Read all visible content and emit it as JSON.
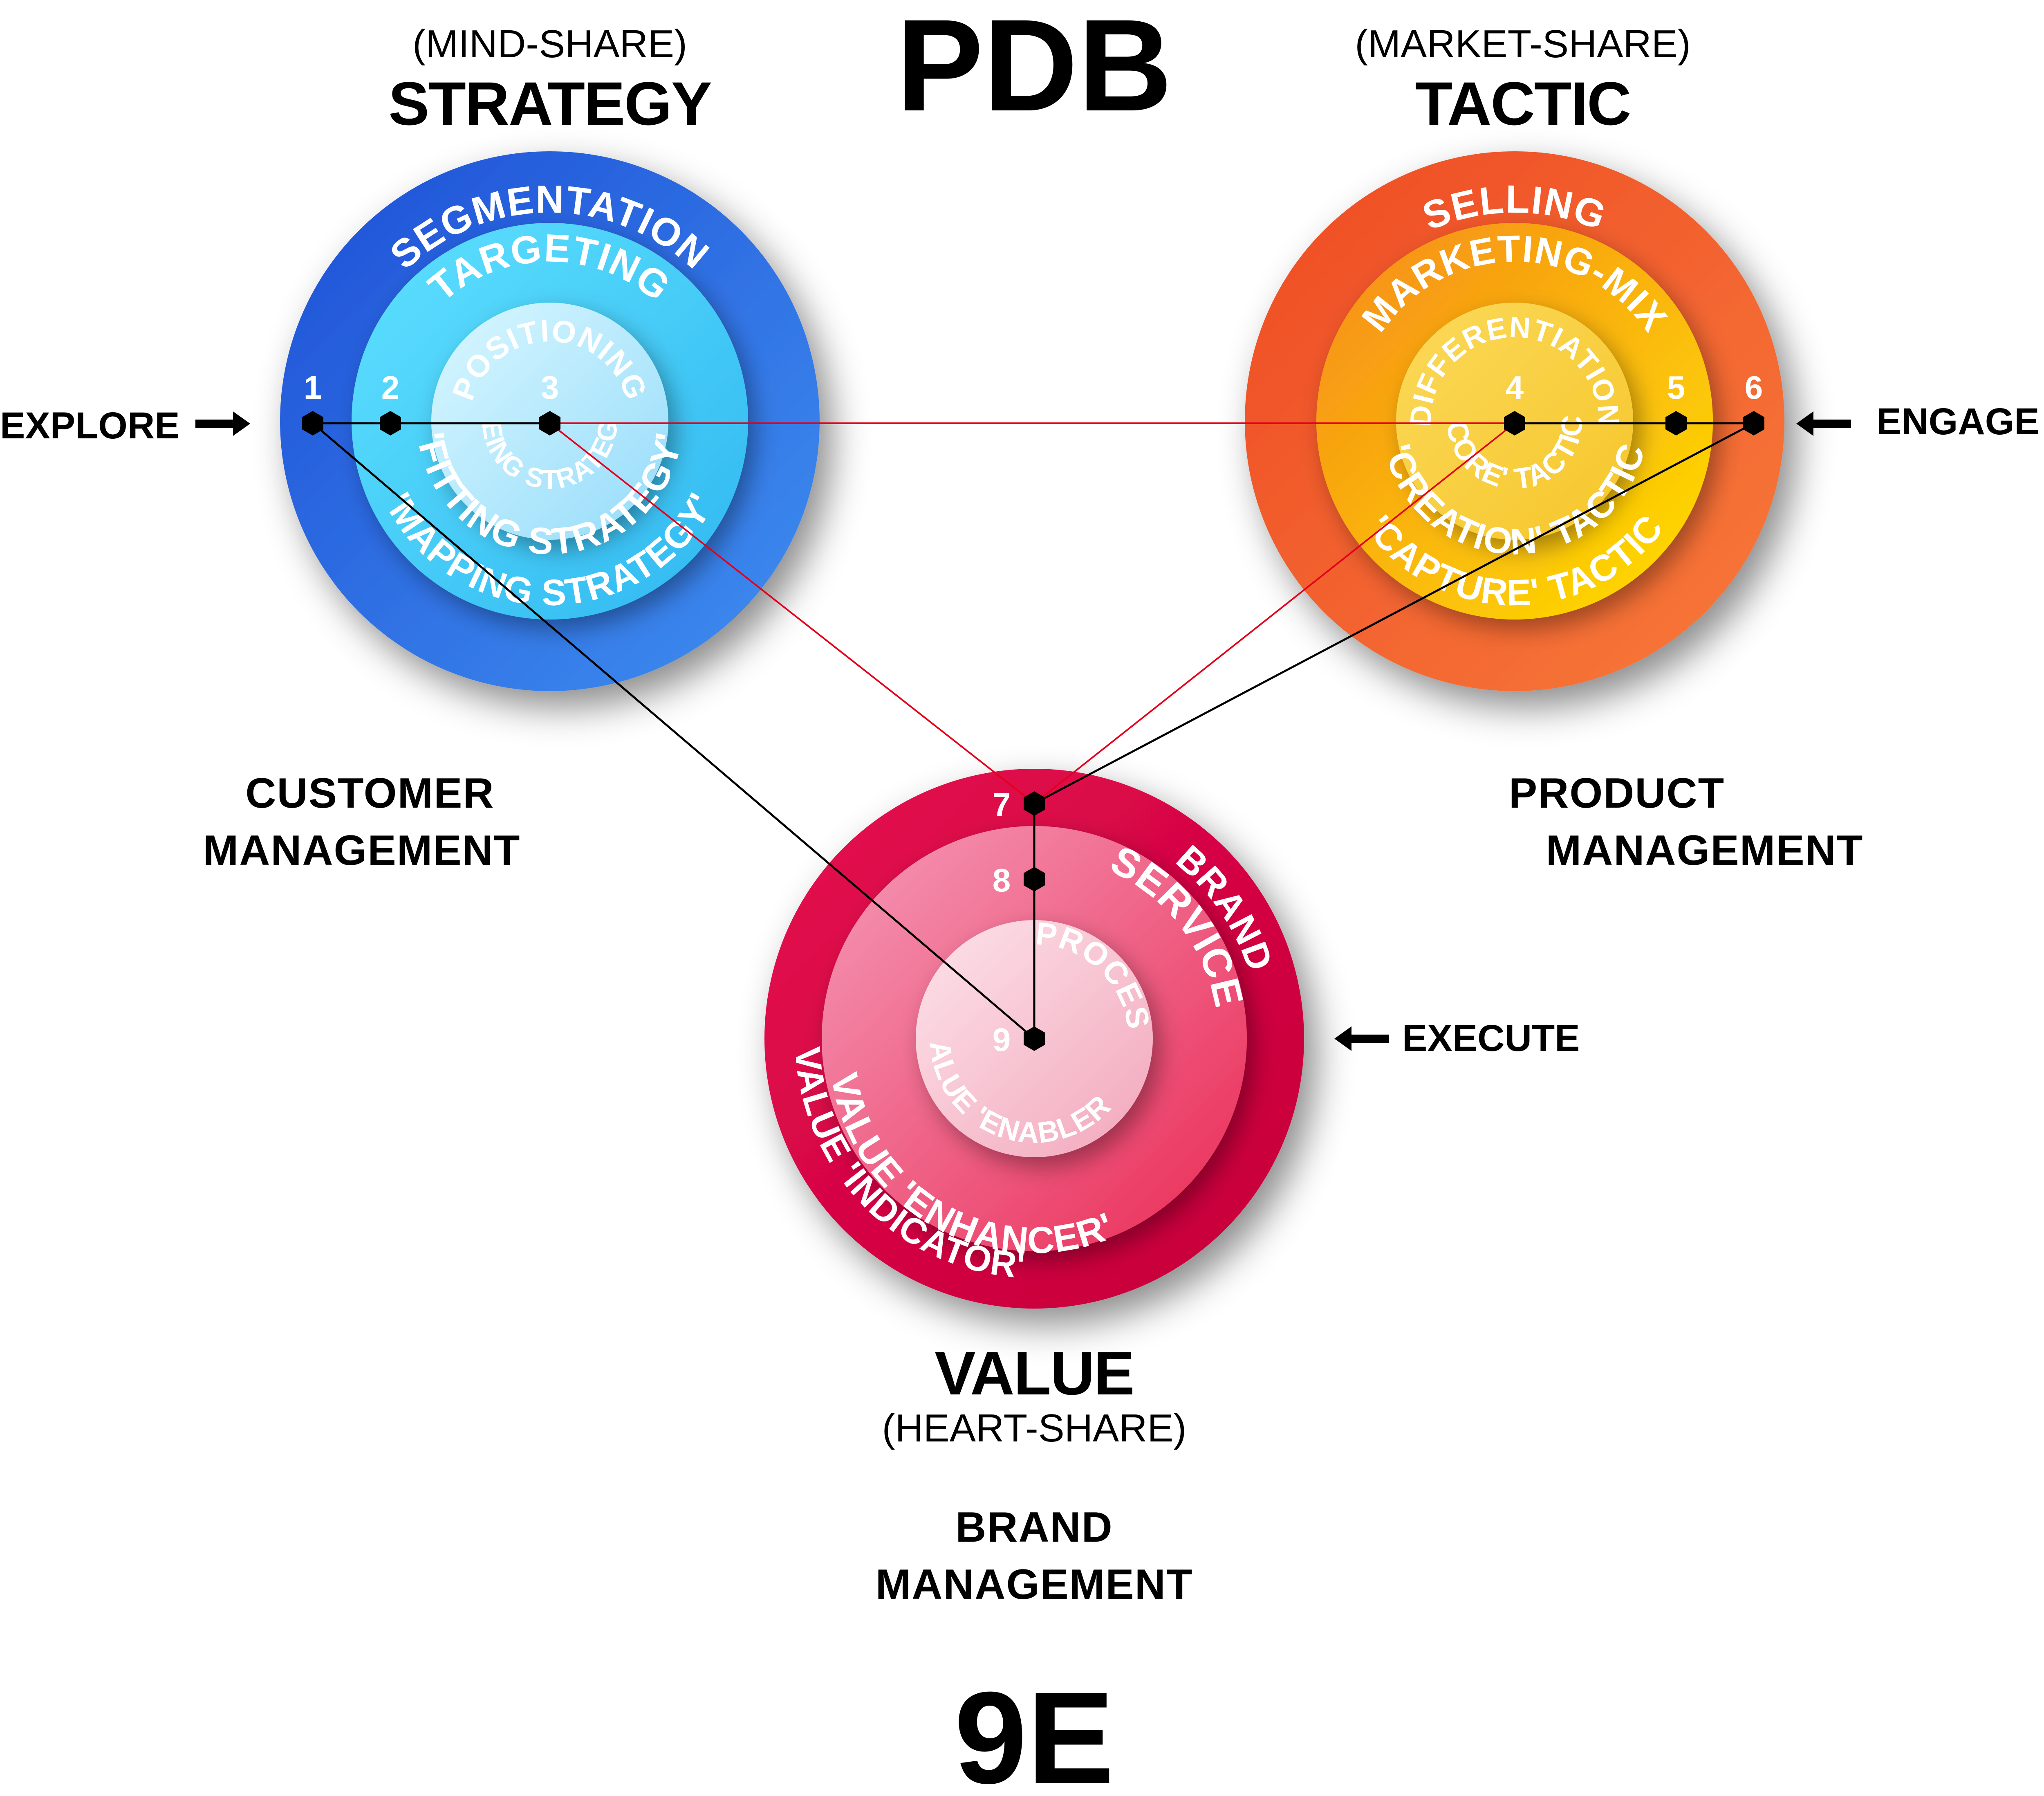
{
  "title_top": "PDB",
  "title_bottom": "9E",
  "colors": {
    "strategy_outer": "#2b6be0",
    "strategy_mid": "#49c8f5",
    "strategy_inner": "#bfeeff",
    "tactic_outer": "#f0592a",
    "tactic_mid": "#f9b000",
    "tactic_inner": "#fbe36a",
    "value_outer": "#d1003f",
    "value_mid": "#f0567d",
    "value_inner": "#f8c4d1",
    "connector_red": "#e3001b",
    "connector_black": "#000000"
  },
  "strategy": {
    "share": "(MIND-SHARE)",
    "label": "STRATEGY",
    "management": [
      "CUSTOMER",
      "MANAGEMENT"
    ],
    "rings": {
      "outer_top": "SEGMENTATION",
      "outer_bottom": "'MAPPING STRATEGY'",
      "mid_top": "TARGETING",
      "mid_bottom": "'FITTING STRATEGY'",
      "inner_top": "POSITIONING",
      "inner_bottom": "'BEING STRATEGY'"
    }
  },
  "tactic": {
    "share": "(MARKET-SHARE)",
    "label": "TACTIC",
    "management": [
      "PRODUCT",
      "MANAGEMENT"
    ],
    "rings": {
      "outer_top": "SELLING",
      "outer_bottom": "'CAPTURE' TACTIC",
      "mid_top": "MARKETING-MIX",
      "mid_bottom": "'CREATION' TACTIC",
      "inner_top": "DIFFERENTIATION",
      "inner_bottom": "'CORE' TACTIC"
    }
  },
  "value": {
    "label": "VALUE",
    "share": "(HEART-SHARE)",
    "management": [
      "BRAND",
      "MANAGEMENT"
    ],
    "rings": {
      "outer_top": "BRAND",
      "outer_bottom": "VALUE 'INDICATOR'",
      "mid_top": "SERVICE",
      "mid_bottom": "VALUE 'ENHANCER'",
      "inner_top": "PROCESS",
      "inner_bottom": "VALUE 'ENABLER'"
    }
  },
  "actions": {
    "explore": "EXPLORE",
    "engage": "ENGAGE",
    "execute": "EXECUTE"
  },
  "nodes": [
    "1",
    "2",
    "3",
    "4",
    "5",
    "6",
    "7",
    "8",
    "9"
  ]
}
